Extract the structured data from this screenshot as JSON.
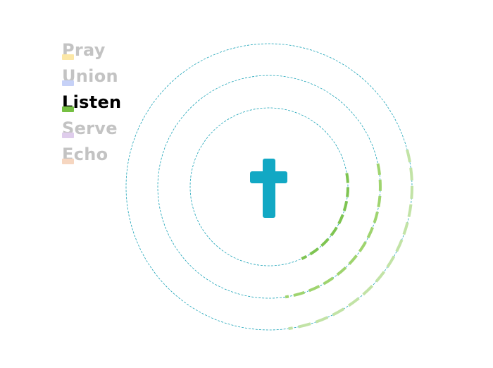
{
  "menu": {
    "items": [
      {
        "label": "Pray",
        "swatch_color": "#fbe7a7",
        "active": false
      },
      {
        "label": "Union",
        "swatch_color": "#c6d1f7",
        "active": false
      },
      {
        "label": "Listen",
        "swatch_color": "#76c043",
        "active": true
      },
      {
        "label": "Serve",
        "swatch_color": "#dfcdec",
        "active": false
      },
      {
        "label": "Echo",
        "swatch_color": "#f6d6c0",
        "active": false
      }
    ]
  },
  "diagram": {
    "ring_color": "#1aa3b7",
    "cross_color": "#12a8c4",
    "rings": [
      {
        "name": "inner",
        "arc_color": "#7ec451",
        "arc_fraction": 0.21
      },
      {
        "name": "middle",
        "arc_color": "#9fd46f",
        "arc_fraction": 0.26
      },
      {
        "name": "outer",
        "arc_color": "#c2e3a6",
        "arc_fraction": 0.27
      }
    ]
  }
}
